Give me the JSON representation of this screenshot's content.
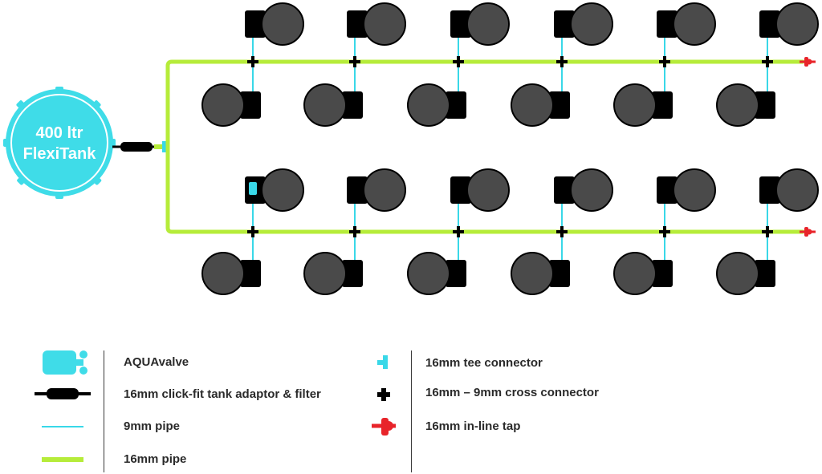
{
  "tank": {
    "line1": "400 ltr",
    "line2": "FlexiTank",
    "color": "#3fdce8"
  },
  "colors": {
    "pipe16": "#b6ec3a",
    "pipe9": "#39d8e8",
    "pot": "#4a4a4a",
    "valve_box": "#000000",
    "tap": "#e8242a",
    "cross": "#000000",
    "aquavalve_legend": "#3fdce8"
  },
  "layout": {
    "columns": 6,
    "rows": 2,
    "pots_per_column_side": 2
  },
  "legend": {
    "left": [
      {
        "id": "aquavalve",
        "label": "AQUAvalve",
        "icon": "aquavalve-icon"
      },
      {
        "id": "tank-adaptor",
        "label": "16mm click-fit tank adaptor & filter",
        "icon": "tank-adaptor-icon"
      },
      {
        "id": "pipe-9mm",
        "label": "9mm pipe",
        "icon": "pipe-9mm-icon"
      },
      {
        "id": "pipe-16mm",
        "label": "16mm pipe",
        "icon": "pipe-16mm-icon"
      }
    ],
    "right": [
      {
        "id": "tee",
        "label": "16mm tee connector",
        "icon": "tee-connector-icon"
      },
      {
        "id": "cross",
        "label": "16mm – 9mm cross connector",
        "icon": "cross-connector-icon"
      },
      {
        "id": "tap",
        "label": "16mm in-line tap",
        "icon": "in-line-tap-icon"
      }
    ]
  }
}
